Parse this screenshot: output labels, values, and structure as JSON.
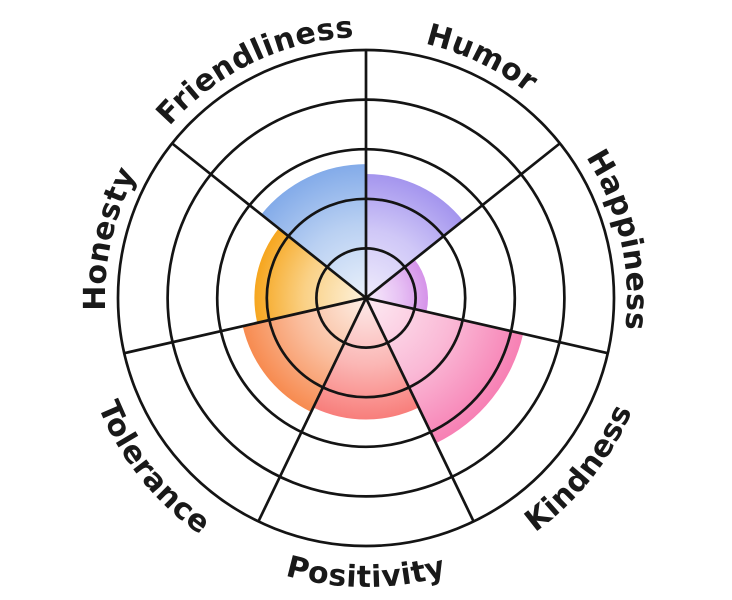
{
  "chart_data": {
    "type": "bar",
    "layout": "polar-area-wheel",
    "title": "",
    "legend": "none",
    "grid": "concentric-rings-and-spokes",
    "categories": [
      "Humor",
      "Happiness",
      "Kindness",
      "Positivity",
      "Tolerance",
      "Honesty",
      "Friendliness"
    ],
    "values": [
      2.5,
      1.25,
      3.25,
      2.45,
      2.55,
      2.25,
      2.7
    ],
    "radial_axis": {
      "min": 0,
      "max": 5,
      "rings": 5,
      "tick_labels": "none"
    },
    "grid_color": "#141414",
    "label_color": "#191919",
    "background_color": "#ffffff",
    "sectors": [
      {
        "label": "Humor",
        "value": 2.5,
        "color": "#a495ee",
        "color_mid": "#cfc7f7",
        "color_light": "#efecfc"
      },
      {
        "label": "Happiness",
        "value": 1.25,
        "color": "#d593e9",
        "color_mid": "#e7c2f4",
        "color_light": "#f8eefc"
      },
      {
        "label": "Kindness",
        "value": 3.25,
        "color": "#f780b4",
        "color_mid": "#fab9d6",
        "color_light": "#fdebf3"
      },
      {
        "label": "Positivity",
        "value": 2.45,
        "color": "#f87e7b",
        "color_mid": "#fbb7b5",
        "color_light": "#fdebea"
      },
      {
        "label": "Tolerance",
        "value": 2.55,
        "color": "#f78b50",
        "color_mid": "#fabd9d",
        "color_light": "#fdefe6"
      },
      {
        "label": "Honesty",
        "value": 2.25,
        "color": "#f6a61f",
        "color_mid": "#fad186",
        "color_light": "#fdf2dd"
      },
      {
        "label": "Friendliness",
        "value": 2.7,
        "color": "#83abe9",
        "color_mid": "#b9d0f2",
        "color_light": "#eaf1fb"
      }
    ]
  }
}
